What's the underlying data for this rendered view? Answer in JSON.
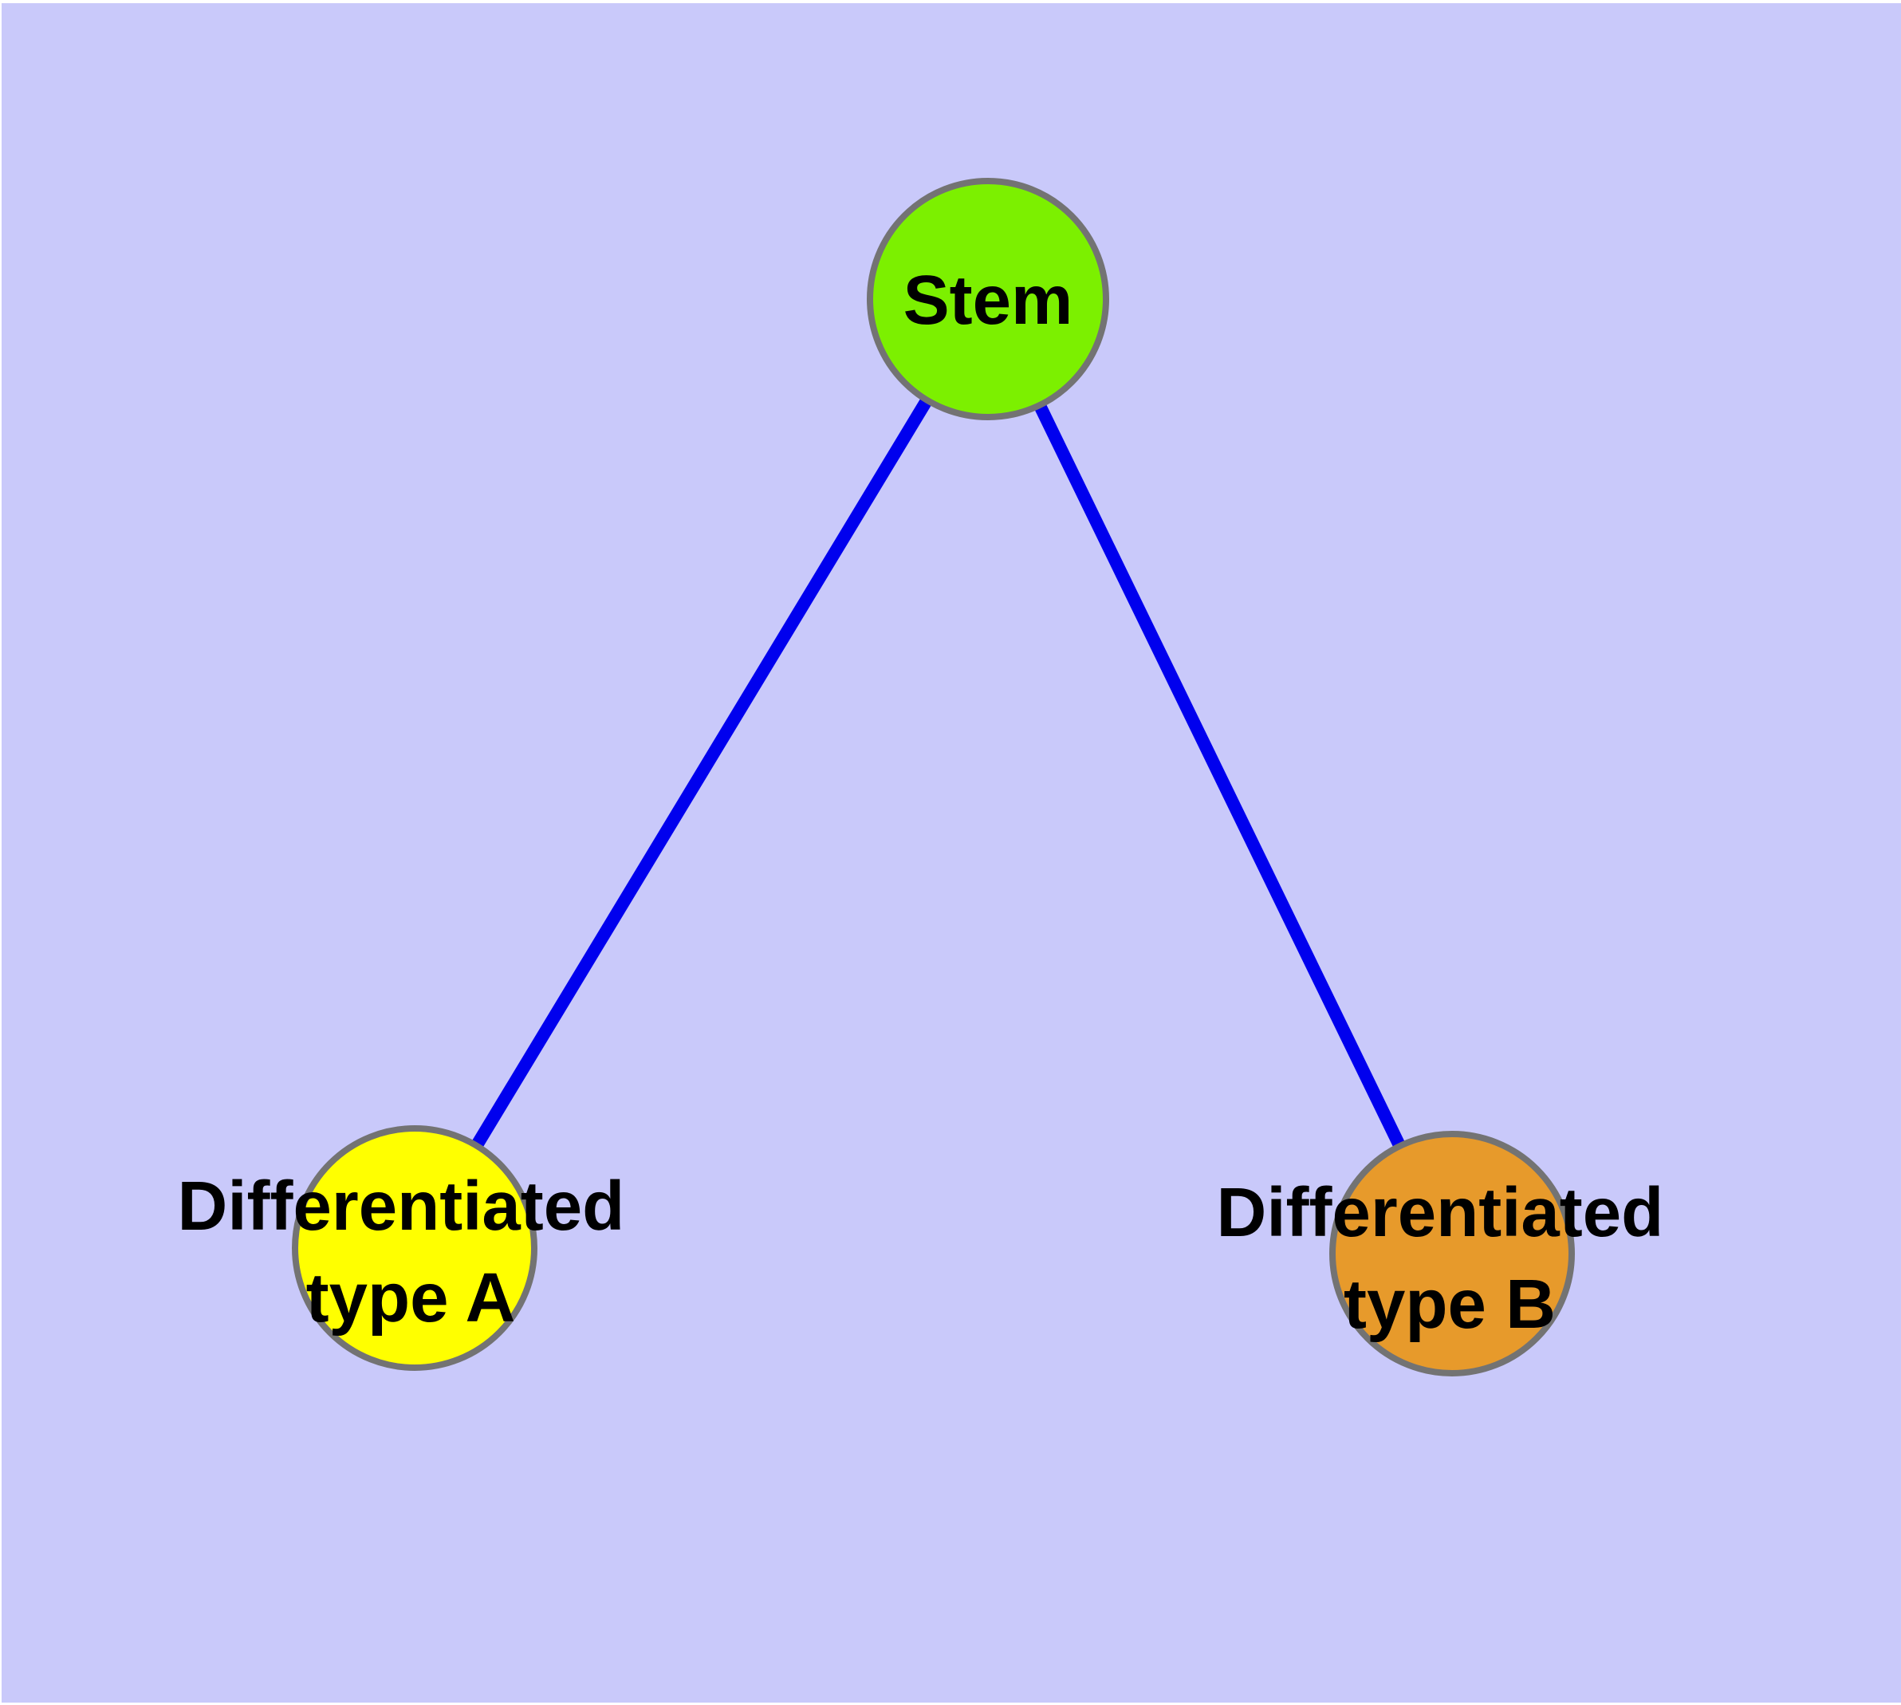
{
  "diagram": {
    "type": "graph",
    "description": "Stem cell differentiation network diagram with one parent node connected to two differentiated cell type nodes",
    "colors": {
      "background": "#C9C9FA",
      "page_margin": "#FFFFFF",
      "node_border": "#737373",
      "edge": "#0000EE",
      "label": "#000000",
      "stem_fill": "#7CF000",
      "type_a_fill": "#FFFF00",
      "type_b_fill": "#E79A2B"
    },
    "nodes": [
      {
        "id": "stem",
        "label": "Stem",
        "lines": [
          "Stem"
        ],
        "fill": "#7CF000"
      },
      {
        "id": "type-a",
        "label": "Differentiated type A",
        "lines": [
          "Differentiated",
          "type A"
        ],
        "fill": "#FFFF00"
      },
      {
        "id": "type-b",
        "label": "Differentiated type B",
        "lines": [
          "Differentiated",
          "type B"
        ],
        "fill": "#E79A2B"
      }
    ],
    "edges": [
      {
        "from": "Stem",
        "to": "Differentiated type A"
      },
      {
        "from": "Stem",
        "to": "Differentiated type B"
      }
    ]
  }
}
